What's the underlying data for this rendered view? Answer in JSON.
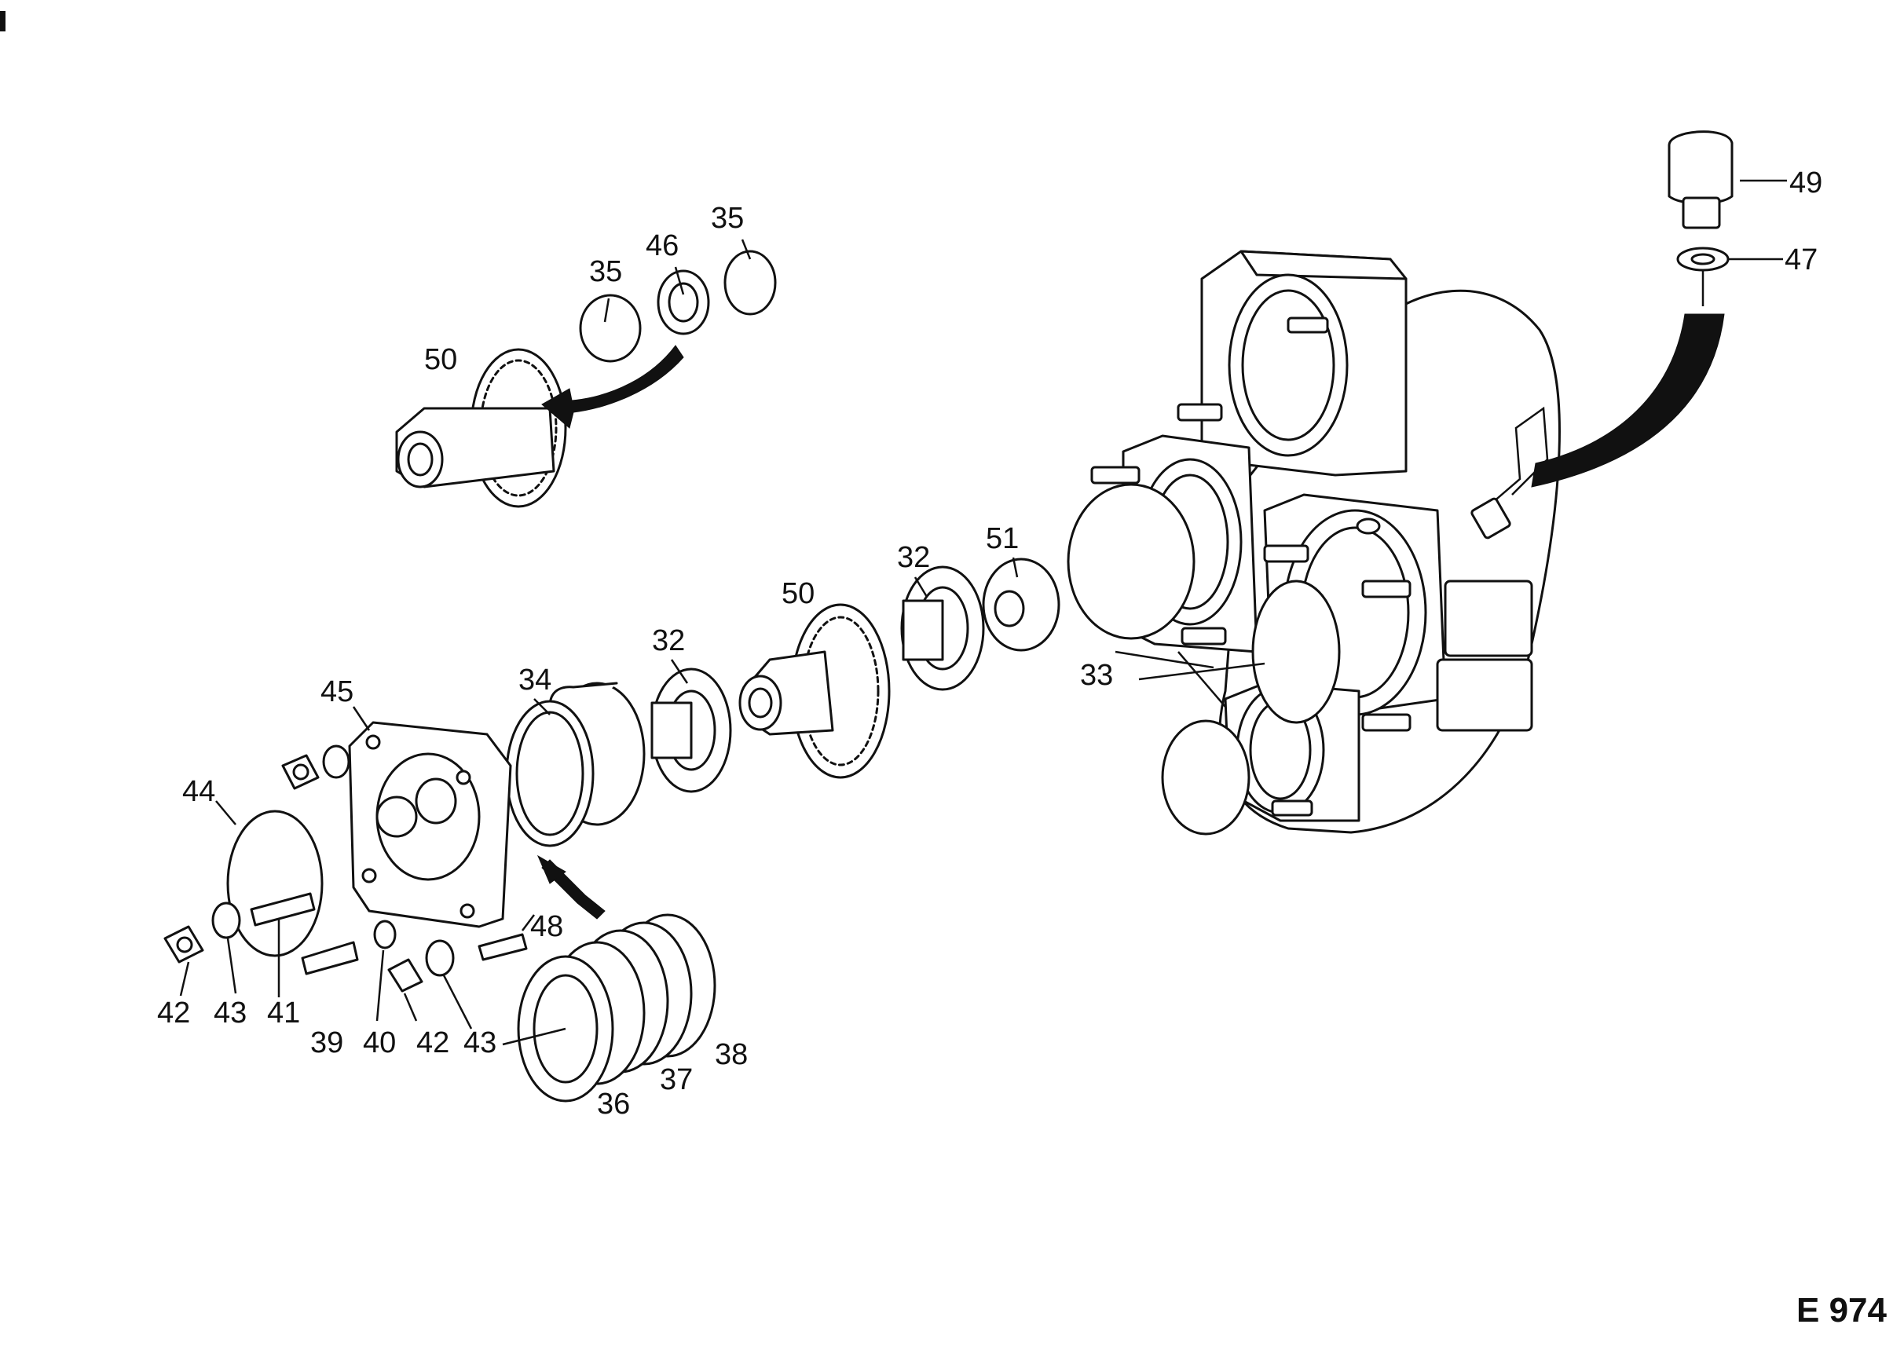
{
  "drawing_code": "E 974",
  "callouts": [
    {
      "id": "c49",
      "text": "49"
    },
    {
      "id": "c47",
      "text": "47"
    },
    {
      "id": "c35a",
      "text": "35"
    },
    {
      "id": "c35b",
      "text": "35"
    },
    {
      "id": "c46",
      "text": "46"
    },
    {
      "id": "c50a",
      "text": "50"
    },
    {
      "id": "c51",
      "text": "51"
    },
    {
      "id": "c32a",
      "text": "32"
    },
    {
      "id": "c50b",
      "text": "50"
    },
    {
      "id": "c32b",
      "text": "32"
    },
    {
      "id": "c34",
      "text": "34"
    },
    {
      "id": "c45",
      "text": "45"
    },
    {
      "id": "c33",
      "text": "33"
    },
    {
      "id": "c44",
      "text": "44"
    },
    {
      "id": "c48",
      "text": "48"
    },
    {
      "id": "c42a",
      "text": "42"
    },
    {
      "id": "c43a",
      "text": "43"
    },
    {
      "id": "c41",
      "text": "41"
    },
    {
      "id": "c39",
      "text": "39"
    },
    {
      "id": "c40",
      "text": "40"
    },
    {
      "id": "c42b",
      "text": "42"
    },
    {
      "id": "c43b",
      "text": "43"
    },
    {
      "id": "c38",
      "text": "38"
    },
    {
      "id": "c37",
      "text": "37"
    },
    {
      "id": "c36",
      "text": "36"
    }
  ]
}
